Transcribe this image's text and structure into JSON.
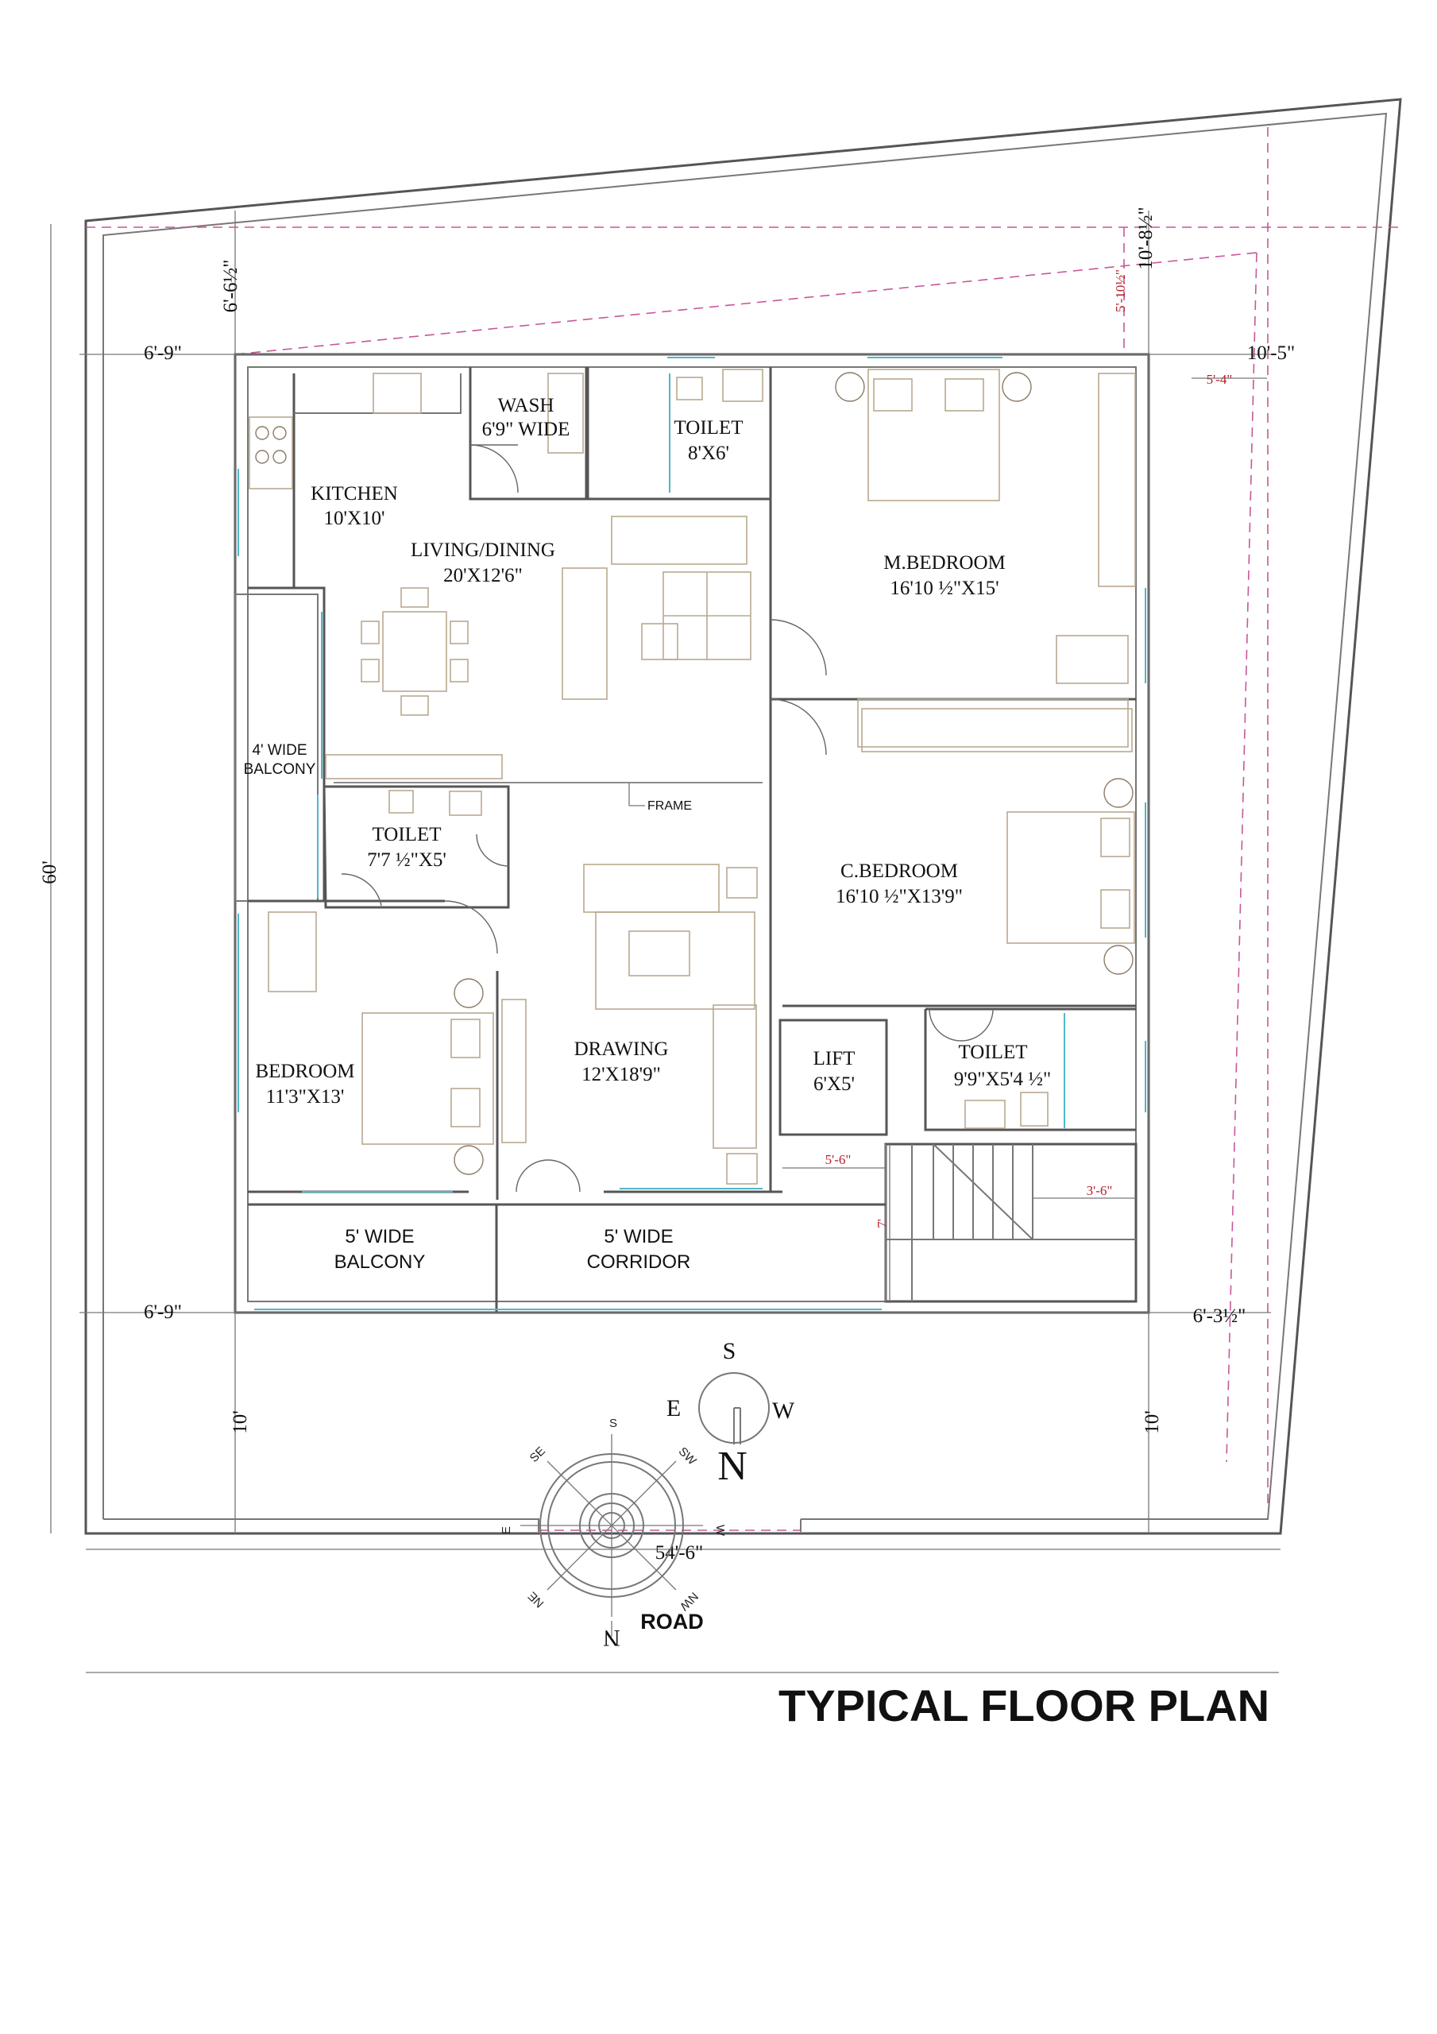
{
  "title": "TYPICAL FLOOR PLAN",
  "road_label": "ROAD",
  "rooms": {
    "wash": {
      "name": "WASH",
      "size": "6'9\" WIDE"
    },
    "toilet_top": {
      "name": "TOILET",
      "size": "8'X6'"
    },
    "kitchen": {
      "name": "KITCHEN",
      "size": "10'X10'"
    },
    "living": {
      "name": "LIVING/DINING",
      "size": "20'X12'6\""
    },
    "master_bedroom": {
      "name": "M.BEDROOM",
      "size": "16'10 ½\"X15'"
    },
    "balcony_side": {
      "line1": "4' WIDE",
      "line2": "BALCONY"
    },
    "toilet_mid": {
      "name": "TOILET",
      "size": "7'7 ½\"X5'"
    },
    "child_bedroom": {
      "name": "C.BEDROOM",
      "size": "16'10 ½\"X13'9\""
    },
    "bedroom": {
      "name": "BEDROOM",
      "size": "11'3\"X13'"
    },
    "drawing": {
      "name": "DRAWING",
      "size": "12'X18'9\""
    },
    "lift": {
      "name": "LIFT",
      "size": "6'X5'"
    },
    "toilet_right": {
      "name": "TOILET",
      "size": "9'9\"X5'4 ½\""
    },
    "balcony_front": {
      "line1": "5' WIDE",
      "line2": "BALCONY"
    },
    "corridor": {
      "line1": "5' WIDE",
      "line2": "CORRIDOR"
    }
  },
  "frame_label": "FRAME",
  "dimensions": {
    "left_top": "6'-9\"",
    "left_bottom": "6'-9\"",
    "right_top": "10'-5\"",
    "right_bottom": "6'-3½\"",
    "top_left_vertical": "6'-6½\"",
    "top_right_vertical": "10'-8½\"",
    "overall_height": "60'",
    "front_left": "10'",
    "front_right": "10'",
    "overall_width": "54'-6\"",
    "red_5_10": "5'-10½\"",
    "red_5_4": "5'-4\"",
    "red_5_6": "5'-6\"",
    "red_7": "7'",
    "red_3_6": "3'-6\""
  },
  "compass_small": {
    "S": "S",
    "E": "E",
    "W": "W",
    "N": "N"
  },
  "compass_rose": {
    "S": "S",
    "SW": "SW",
    "W": "W",
    "NW": "NW",
    "N": "N",
    "NE": "NE",
    "E": "E",
    "SE": "SE"
  }
}
